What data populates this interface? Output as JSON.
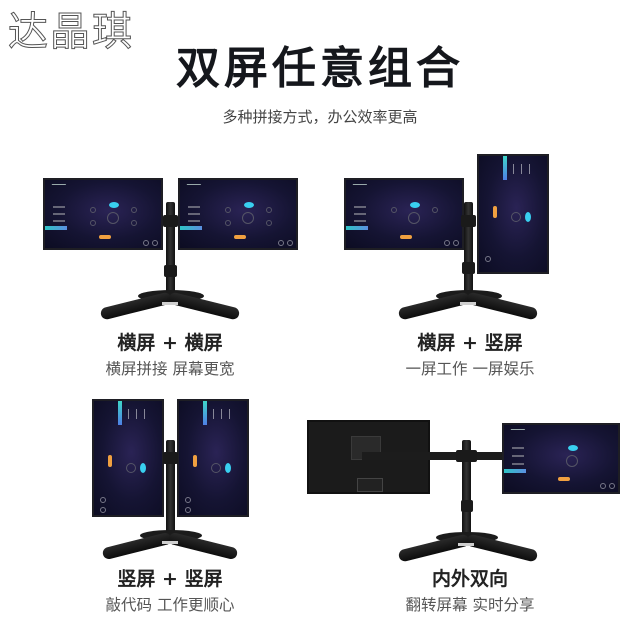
{
  "watermark": "达晶琪",
  "header": {
    "title": "双屏任意组合",
    "subtitle": "多种拼接方式，办公效率更高"
  },
  "panels": [
    {
      "id": "landscape-landscape",
      "title": "横屏 + 横屏",
      "desc": "横屏拼接 屏幕更宽",
      "screens": [
        "landscape",
        "landscape"
      ]
    },
    {
      "id": "landscape-portrait",
      "title": "横屏 + 竖屏",
      "desc": "一屏工作 一屏娱乐",
      "screens": [
        "landscape",
        "portrait"
      ]
    },
    {
      "id": "portrait-portrait",
      "title": "竖屏 + 竖屏",
      "desc": "敲代码 工作更顺心",
      "screens": [
        "portrait",
        "portrait"
      ]
    },
    {
      "id": "inward-outward",
      "title": "内外双向",
      "desc": "翻转屏幕 实时分享",
      "screens": [
        "back",
        "landscape"
      ]
    }
  ],
  "colors": {
    "screen_bg": "#151433",
    "accent_cyan": "#39d0f0",
    "accent_orange": "#f0a040",
    "stand": "#1b1b1b"
  }
}
